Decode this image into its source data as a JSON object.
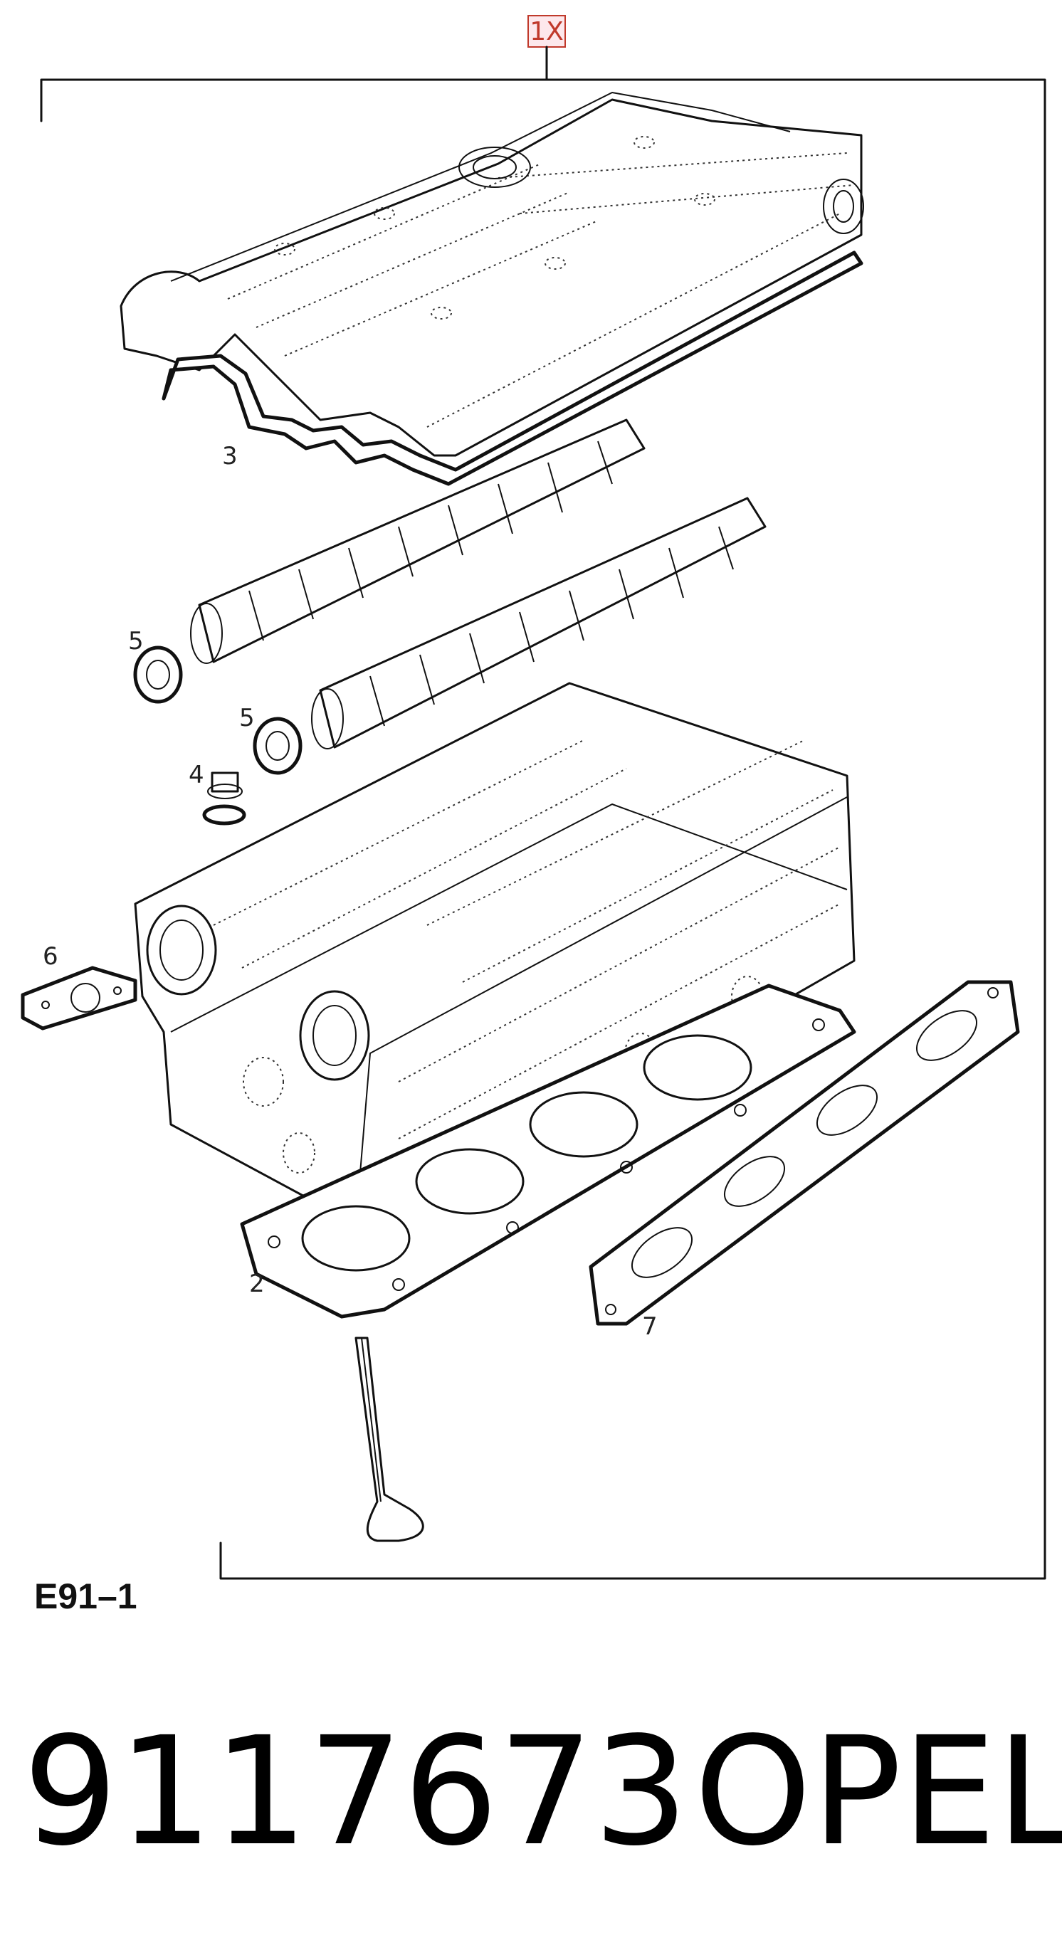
{
  "diagram": {
    "quantity_label": "1X",
    "reference_code": "E91–1",
    "part_number": "9117673",
    "brand": "OPEL",
    "callouts": [
      "3",
      "5",
      "5",
      "4",
      "6",
      "2",
      "7"
    ],
    "accent_color": "#c0392b"
  }
}
